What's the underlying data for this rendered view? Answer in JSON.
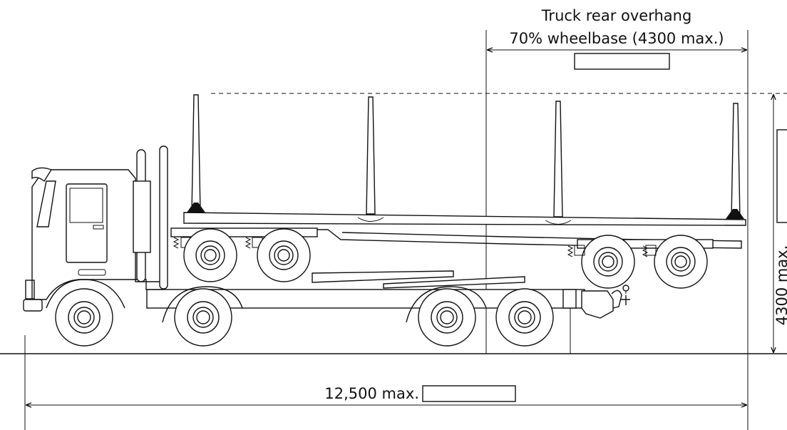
{
  "colors": {
    "line": "#111111",
    "background": "#ffffff"
  },
  "dimensions": {
    "overhang_title": "Truck rear overhang",
    "overhang_value": "70% wheelbase (4300 max.)",
    "overall_length": "12,500 max.",
    "overall_height": "4300 max."
  }
}
